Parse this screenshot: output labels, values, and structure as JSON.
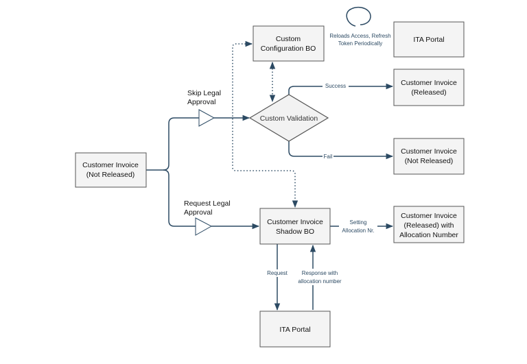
{
  "nodes": {
    "customer_invoice_not_released": [
      "Customer Invoice",
      "(Not Released)"
    ],
    "custom_configuration_bo": [
      "Custom",
      "Configuration BO"
    ],
    "ita_portal_top": [
      "ITA Portal"
    ],
    "custom_validation": [
      "Custom Validation"
    ],
    "customer_invoice_released": [
      "Customer Invoice",
      "(Released)"
    ],
    "customer_invoice_not_released_right": [
      "Customer Invoice",
      "(Not Released)"
    ],
    "customer_invoice_shadow_bo": [
      "Customer Invoice",
      "Shadow BO"
    ],
    "customer_invoice_released_allocation": [
      "Customer Invoice",
      "(Released) with",
      "Allocation Number"
    ],
    "ita_portal_bottom": [
      "ITA Portal"
    ]
  },
  "gate_labels": {
    "skip_legal_approval": [
      "Skip Legal",
      "Approval"
    ],
    "request_legal_approval": [
      "Request Legal",
      "Approval"
    ]
  },
  "edge_labels": {
    "reloads_access": [
      "Reloads Access, Refresh",
      "Token Periodically"
    ],
    "success": [
      "Success"
    ],
    "fail": [
      "Fail"
    ],
    "setting_allocation": [
      "Setting",
      "Allocation Nr."
    ],
    "request": [
      "Request"
    ],
    "response": [
      "Response with",
      "allocation number"
    ]
  }
}
